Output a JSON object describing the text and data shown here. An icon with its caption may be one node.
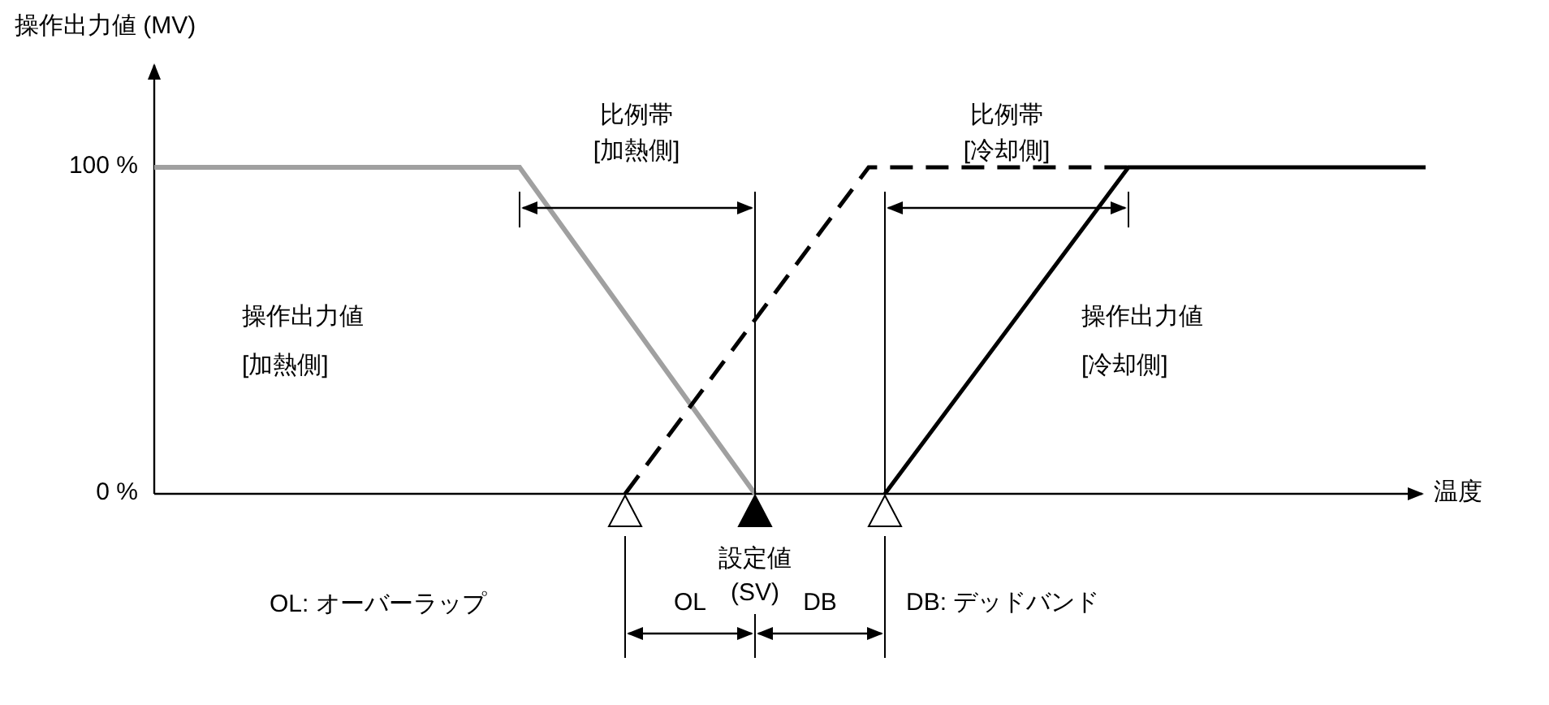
{
  "diagram": {
    "labels": [
      "操作出力値 (MV)",
      "100 %",
      "0 %",
      "温度",
      "比例帯",
      "[加熱側]",
      "比例帯",
      "[冷却側]",
      "操作出力値",
      "[加熱側]",
      "操作出力値",
      "[冷却側]",
      "設定値",
      "OL: オーバーラップ",
      "OL",
      "(SV)",
      "DB",
      "DB: デッドバンド"
    ]
  }
}
